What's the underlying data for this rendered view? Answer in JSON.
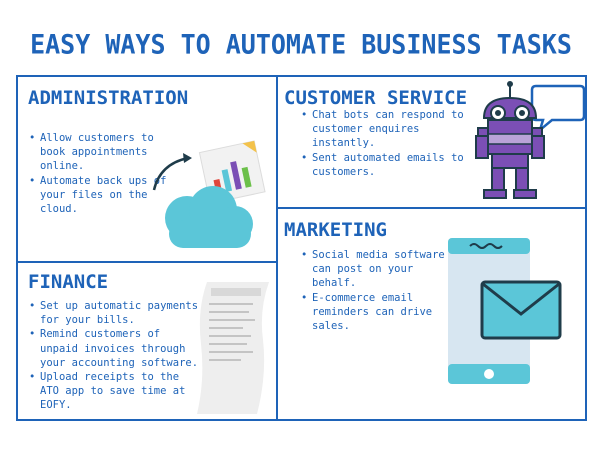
{
  "title": "EASY WAYS TO AUTOMATE BUSINESS TASKS",
  "colors": {
    "accent": "#1e63b8",
    "teal": "#5bc6d8",
    "purple": "#7b4fb5",
    "dark": "#1f3c4a"
  },
  "sections": {
    "administration": {
      "heading": "ADMINISTRATION",
      "bullets": [
        "Allow customers to book appointments online.",
        "Automate back ups of your files on the cloud."
      ],
      "icons": [
        "cloud-icon",
        "chart-document-icon",
        "curved-arrow-icon"
      ]
    },
    "customer_service": {
      "heading": "CUSTOMER SERVICE",
      "bullets": [
        "Chat bots can respond to customer enquires instantly.",
        "Sent automated emails to customers."
      ],
      "icons": [
        "robot-icon",
        "speech-bubble-icon"
      ]
    },
    "finance": {
      "heading": "FINANCE",
      "bullets": [
        "Set up automatic payments for your bills.",
        "Remind customers of unpaid invoices through your accounting software.",
        "Upload receipts to the ATO app to save time at EOFY."
      ],
      "icons": [
        "receipt-icon"
      ]
    },
    "marketing": {
      "heading": "MARKETING",
      "bullets": [
        "Social media software can post on your behalf.",
        "E-commerce email reminders can drive sales."
      ],
      "icons": [
        "phone-icon",
        "envelope-icon"
      ]
    }
  }
}
